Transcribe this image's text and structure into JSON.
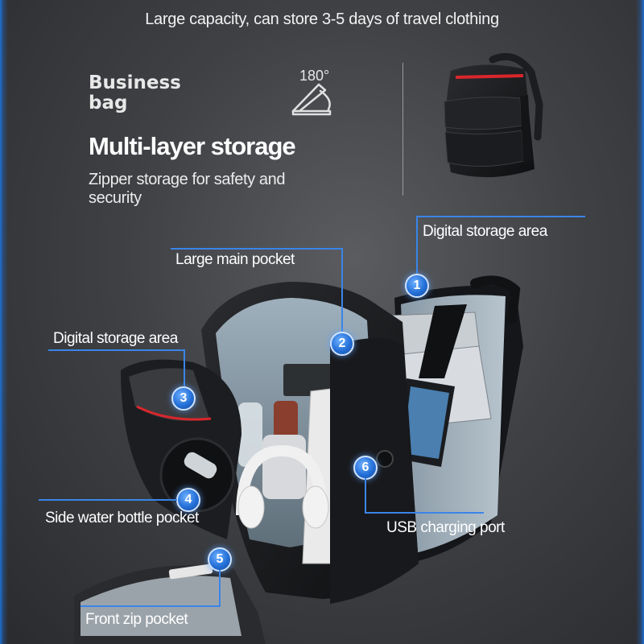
{
  "headline": "Large capacity, can store 3-5 days of travel clothing",
  "business_bag": "Business\nbag",
  "opening_angle": "180°",
  "title": "Multi-layer storage",
  "subtitle": "Zipper storage for safety and\nsecurity",
  "callouts": [
    {
      "number": "1",
      "label": "Digital storage area"
    },
    {
      "number": "2",
      "label": "Large main pocket"
    },
    {
      "number": "3",
      "label": "Digital storage area"
    },
    {
      "number": "4",
      "label": "Side water bottle pocket"
    },
    {
      "number": "5",
      "label": "Front zip pocket"
    },
    {
      "number": "6",
      "label": "USB charging port"
    }
  ],
  "colors": {
    "accent": "#3a85e8",
    "bag_stripe": "#d9262c",
    "background": "#404246"
  },
  "icons": [
    "open-angle-icon",
    "backpack-thumbnail",
    "backpack-open-illustration"
  ]
}
